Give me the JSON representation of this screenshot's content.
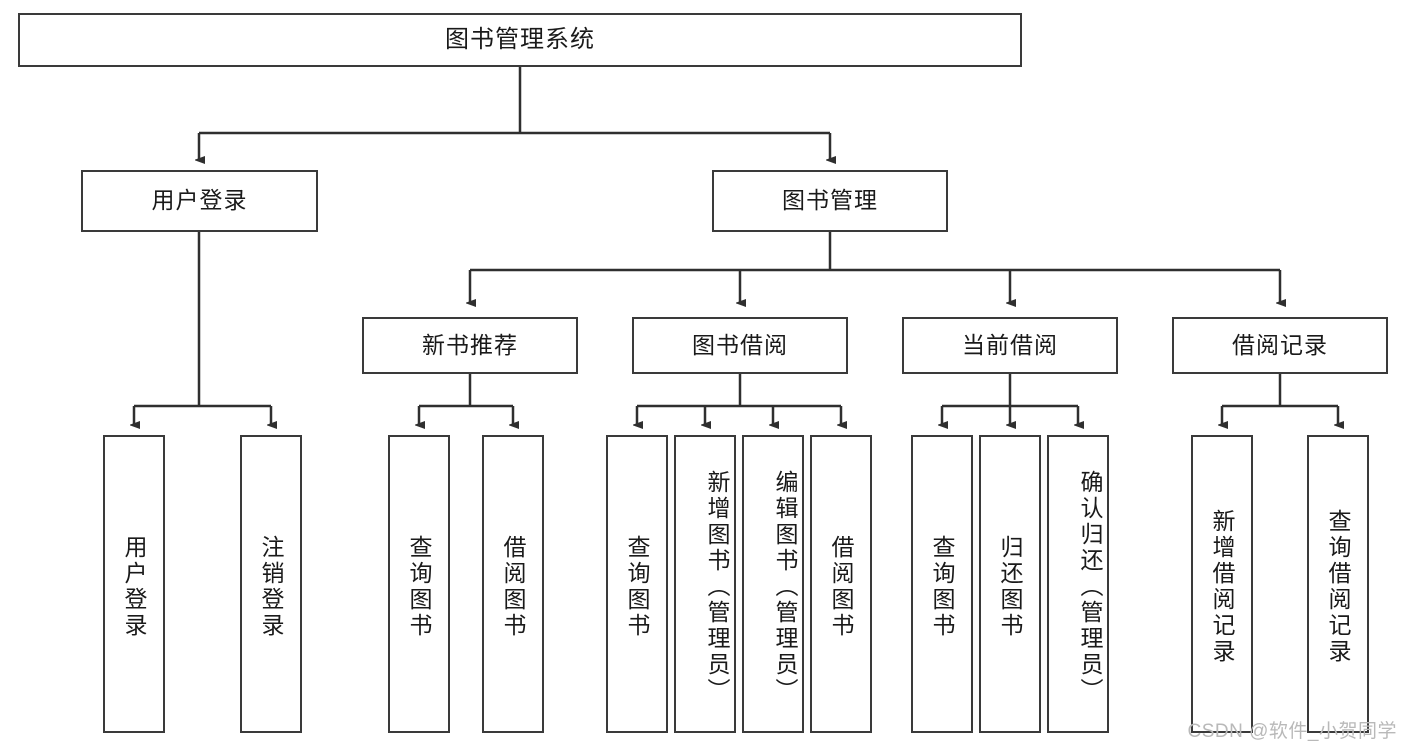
{
  "diagram": {
    "type": "tree-hierarchy",
    "title": "图书管理系统",
    "stroke_color": "#3a3a3a",
    "background_color": "#ffffff",
    "root": {
      "label": "图书管理系统"
    },
    "level2": [
      {
        "label": "用户登录"
      },
      {
        "label": "图书管理"
      }
    ],
    "level3": [
      {
        "label": "新书推荐"
      },
      {
        "label": "图书借阅"
      },
      {
        "label": "当前借阅"
      },
      {
        "label": "借阅记录"
      }
    ],
    "leaves": {
      "user_login": [
        {
          "label": "用户登录"
        },
        {
          "label": "注销登录"
        }
      ],
      "new_book_recommend": [
        {
          "label": "查询图书"
        },
        {
          "label": "借阅图书"
        }
      ],
      "book_borrow": [
        {
          "label": "查询图书"
        },
        {
          "label": "新增图书（管理员）"
        },
        {
          "label": "编辑图书（管理员）"
        },
        {
          "label": "借阅图书"
        }
      ],
      "current_borrow": [
        {
          "label": "查询图书"
        },
        {
          "label": "归还图书"
        },
        {
          "label": "确认归还（管理员）"
        }
      ],
      "borrow_record": [
        {
          "label": "新增借阅记录"
        },
        {
          "label": "查询借阅记录"
        }
      ]
    }
  },
  "watermark": {
    "text": "CSDN @软件_小贺同学"
  }
}
